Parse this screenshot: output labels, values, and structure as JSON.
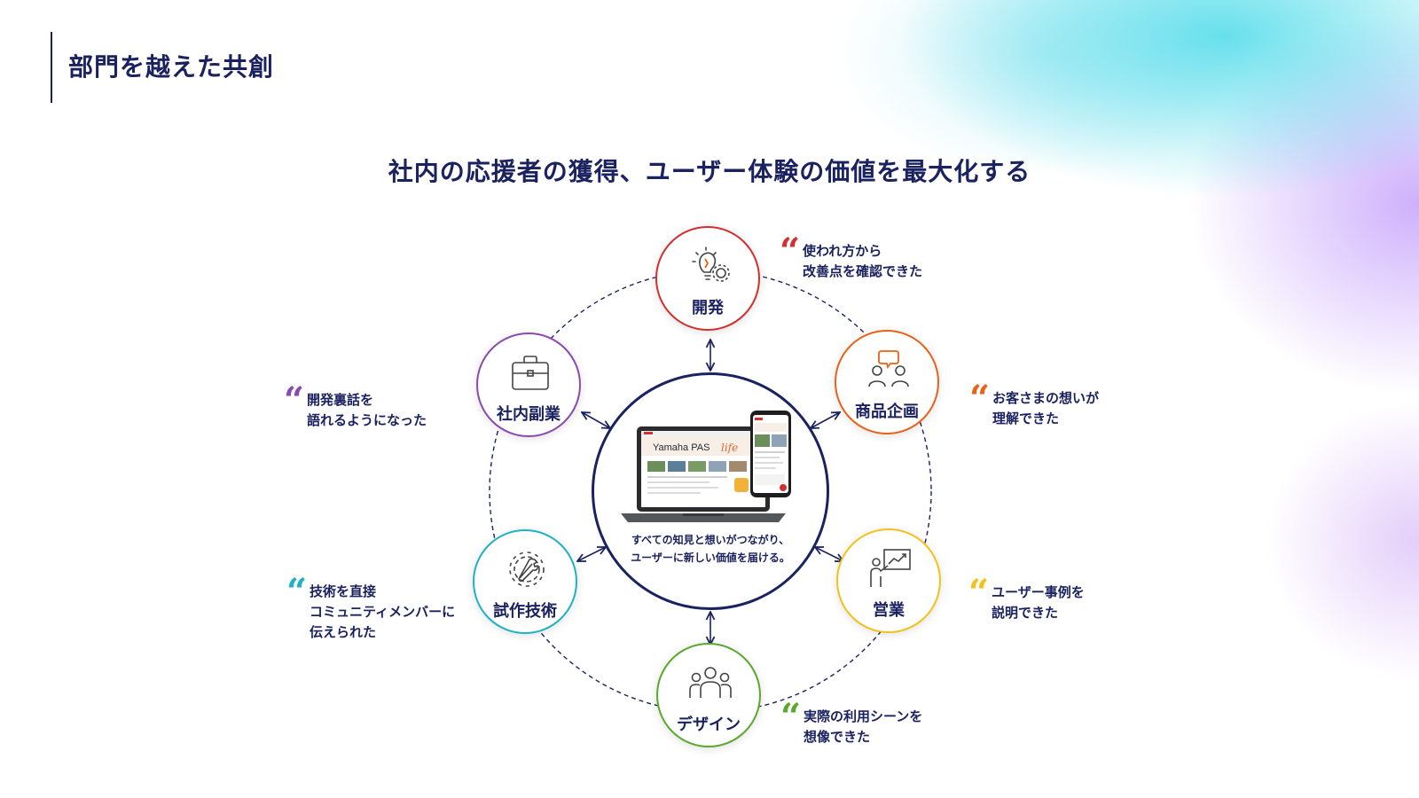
{
  "page_title": "部門を越えた共創",
  "subtitle": "社内の応援者の獲得、ユーザー体験の価値を最大化する",
  "center": {
    "brand": "Yamaha PAS",
    "brand_script": "life",
    "caption_line1": "すべての知見と想いがつながり、",
    "caption_line2": "ユーザーに新しい価値を届ける。"
  },
  "departments": [
    {
      "key": "kaihatsu",
      "label": "開発",
      "color": "#d32f2f",
      "icon": "lightbulb-gear-icon",
      "quote": [
        "使われ方から",
        "改善点を確認できた"
      ]
    },
    {
      "key": "shohin",
      "label": "商品企画",
      "color": "#e8621a",
      "icon": "people-chat-icon",
      "quote": [
        "お客さまの想いが",
        "理解できた"
      ]
    },
    {
      "key": "eigyo",
      "label": "営業",
      "color": "#f2c21a",
      "icon": "presentation-chart-icon",
      "quote": [
        "ユーザー事例を",
        "説明できた"
      ]
    },
    {
      "key": "design",
      "label": "デザイン",
      "color": "#5aa82e",
      "icon": "group-people-icon",
      "quote": [
        "実際の利用シーンを",
        "想像できた"
      ]
    },
    {
      "key": "shisaku",
      "label": "試作技術",
      "color": "#20b1c4",
      "icon": "wrench-gear-icon",
      "quote": [
        "技術を直接",
        "コミュニティメンバーに",
        "伝えられた"
      ]
    },
    {
      "key": "fukugyo",
      "label": "社内副業",
      "color": "#8a4bb0",
      "icon": "briefcase-icon",
      "quote": [
        "開発裏話を",
        "語れるようになった"
      ]
    }
  ]
}
